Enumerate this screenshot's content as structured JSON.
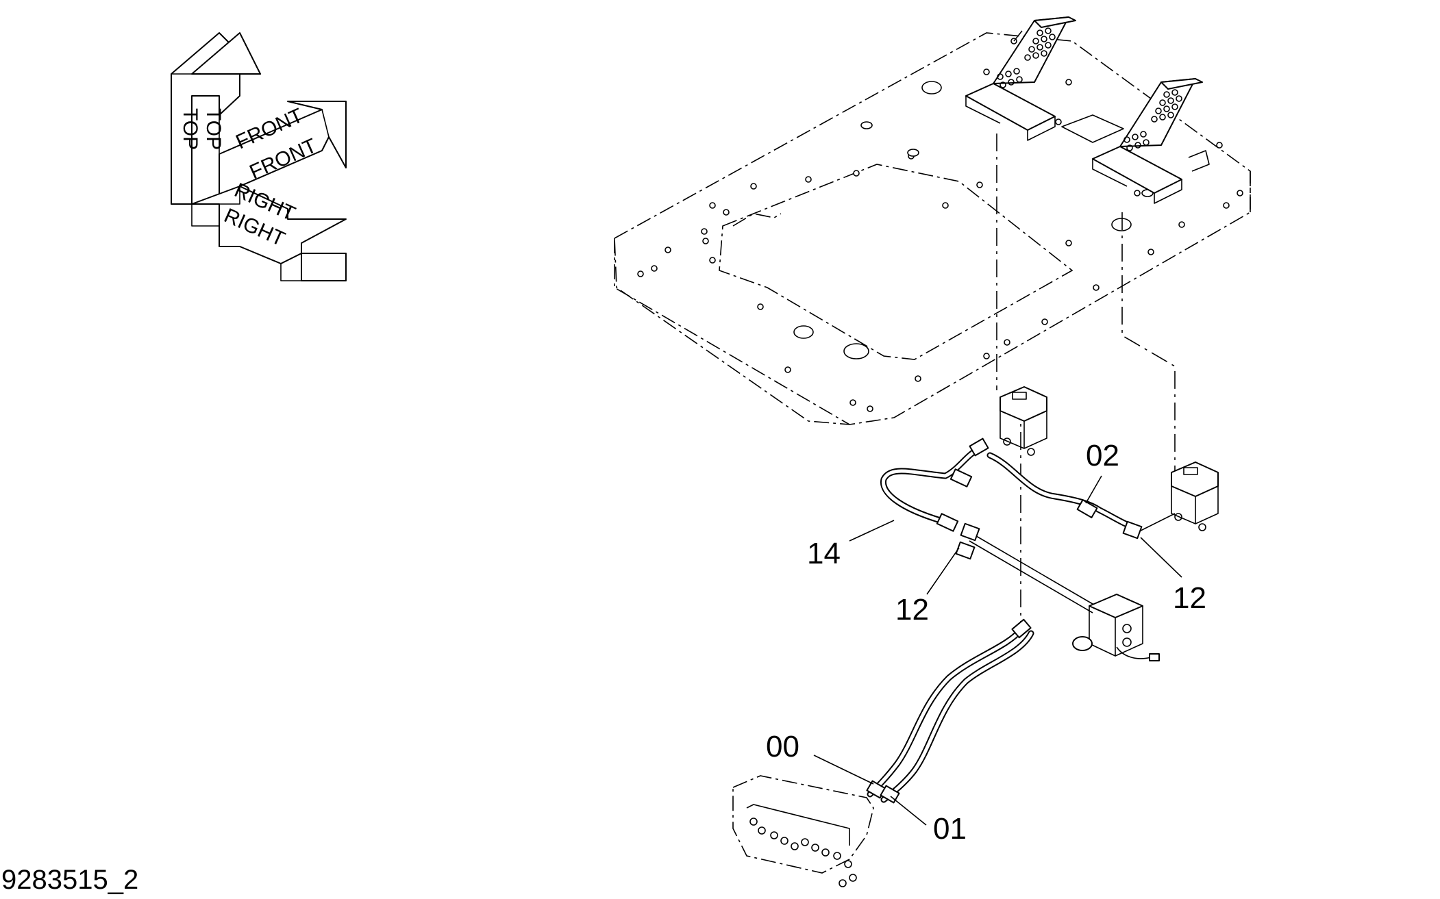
{
  "orientation": {
    "top_label": "TOP",
    "front_label": "FRONT",
    "right_label": "RIGHT"
  },
  "callouts": [
    "02",
    "14",
    "12",
    "12",
    "00",
    "01"
  ],
  "drawing_id": "9283515_2"
}
